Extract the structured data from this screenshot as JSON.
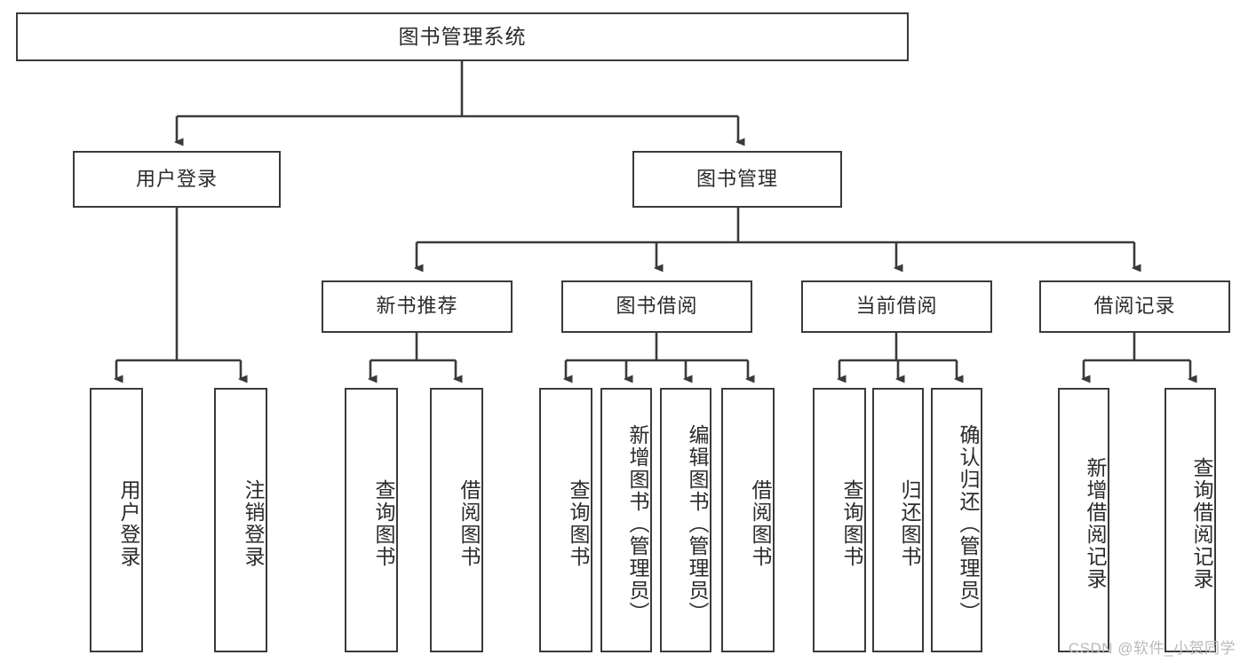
{
  "diagram": {
    "title": "图书管理系统",
    "type": "tree-hierarchy",
    "colors": {
      "stroke": "#3a3a3a",
      "fill": "#ffffff",
      "text": "#2b2b2b",
      "watermark": "#b9b9b9"
    },
    "root": {
      "label": "图书管理系统"
    },
    "level2": [
      {
        "label": "用户登录"
      },
      {
        "label": "图书管理"
      }
    ],
    "level3": [
      {
        "label": "新书推荐"
      },
      {
        "label": "图书借阅"
      },
      {
        "label": "当前借阅"
      },
      {
        "label": "借阅记录"
      }
    ],
    "leaves": {
      "user_login": [
        {
          "label": "用户登录"
        },
        {
          "label": "注销登录"
        }
      ],
      "new_book_recommend": [
        {
          "label": "查询图书"
        },
        {
          "label": "借阅图书"
        }
      ],
      "book_borrow": [
        {
          "label": "查询图书"
        },
        {
          "label": "新增图书（管理员）"
        },
        {
          "label": "编辑图书（管理员）"
        },
        {
          "label": "借阅图书"
        }
      ],
      "current_borrow": [
        {
          "label": "查询图书"
        },
        {
          "label": "归还图书"
        },
        {
          "label": "确认归还（管理员）"
        }
      ],
      "borrow_record": [
        {
          "label": "新增借阅记录"
        },
        {
          "label": "查询借阅记录"
        }
      ]
    },
    "watermark": "CSDN @软件_小贺同学"
  }
}
